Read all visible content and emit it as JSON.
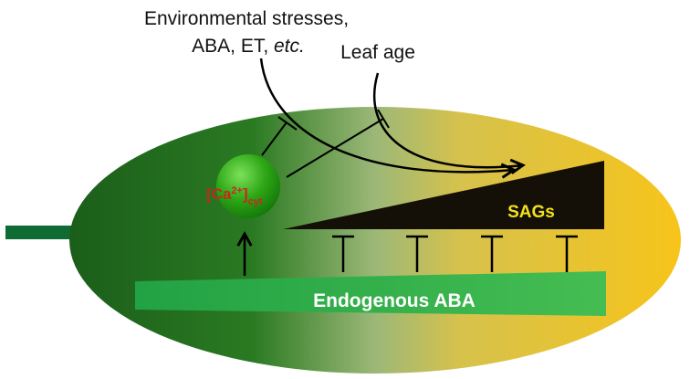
{
  "labels": {
    "stress_line1": "Environmental stresses,",
    "stress_line2_prefix": "ABA, ET, ",
    "stress_line2_italic": "etc.",
    "leaf_age": "Leaf age",
    "calcium_main": "[Ca",
    "calcium_sup": "2+",
    "calcium_close": "]",
    "calcium_sub": "cyt",
    "sags": "SAGs",
    "endogenous_aba": "Endogenous ABA"
  },
  "colors": {
    "leaf_dark_green": "#1f6b1c",
    "leaf_light": "#a8c07a",
    "leaf_yellow": "#f6c31c",
    "petiole": "#0f6b34",
    "aba_bar": "#3cb85a",
    "calcium_sphere": "#2eaa18",
    "calcium_text": "#c8281c",
    "sags_wedge": "#141008",
    "sags_text": "#f2e21a",
    "arrows": "#000000",
    "text": "#111111"
  }
}
